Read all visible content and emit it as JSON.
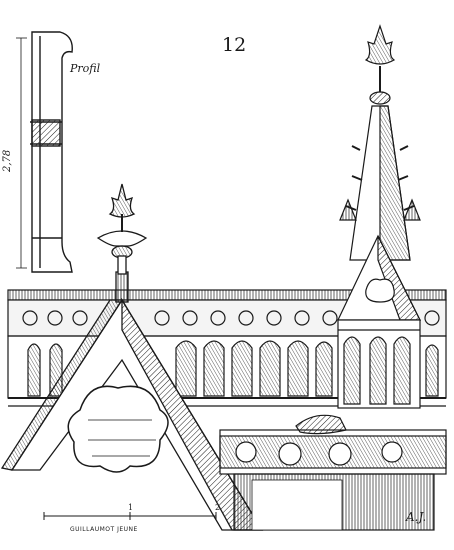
{
  "plate": {
    "number": "12",
    "profile_label": "Profil",
    "dimension_label": "2,78",
    "engraver_signature": "GUILLAUMOT JEUNE",
    "monogram": "A.J.",
    "scale_marks": [
      "1",
      "2"
    ]
  },
  "colors": {
    "ink": "#1a1a1a",
    "paper": "#ffffff",
    "shade": "#555555"
  }
}
